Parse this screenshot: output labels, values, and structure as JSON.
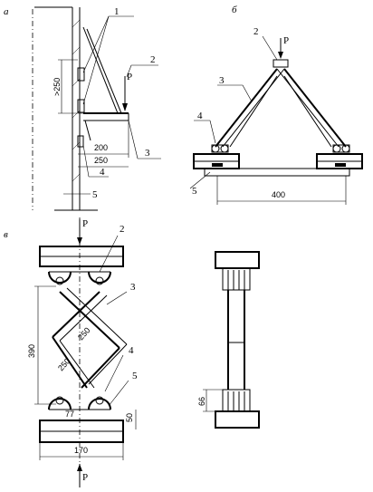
{
  "panels": {
    "a": {
      "letter": "a",
      "labels": [
        "1",
        "2",
        "3",
        "4",
        "5"
      ],
      "force": "P",
      "dims": [
        ">250",
        "200",
        "250"
      ]
    },
    "b": {
      "letter": "б",
      "labels": [
        "2",
        "3",
        "4",
        "5"
      ],
      "force": "P",
      "dims": [
        "400"
      ]
    },
    "c": {
      "letter": "в",
      "labels": [
        "2",
        "3",
        "4",
        "5"
      ],
      "force_top": "P",
      "force_bottom": "P",
      "dims": [
        "390",
        "250",
        "250",
        "77",
        "50",
        "170",
        "66"
      ]
    }
  }
}
